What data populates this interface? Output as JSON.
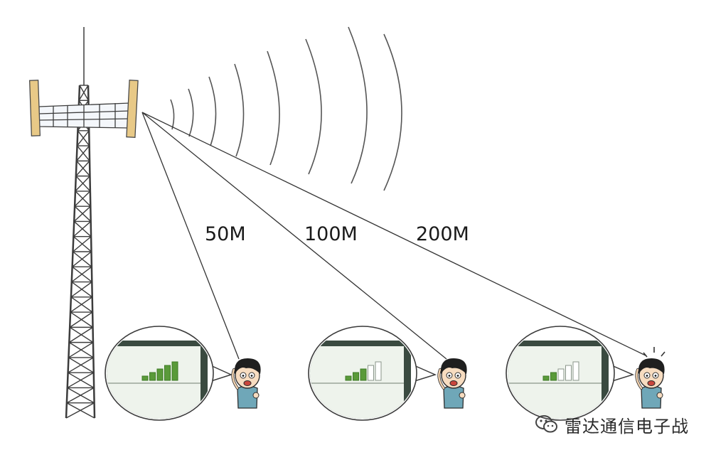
{
  "distances": [
    {
      "label": "50M",
      "signal_bars": 5,
      "total_bars": 5
    },
    {
      "label": "100M",
      "signal_bars": 3,
      "total_bars": 5
    },
    {
      "label": "200M",
      "signal_bars": 2,
      "total_bars": 5
    }
  ],
  "watermark": {
    "text": "雷达通信电子战",
    "icon": "wechat-icon"
  },
  "colors": {
    "bar_active": "#5a9a3a",
    "screen": "#eef3ec",
    "monitor": "#3a4a40",
    "shirt": "#6fa7b8"
  }
}
